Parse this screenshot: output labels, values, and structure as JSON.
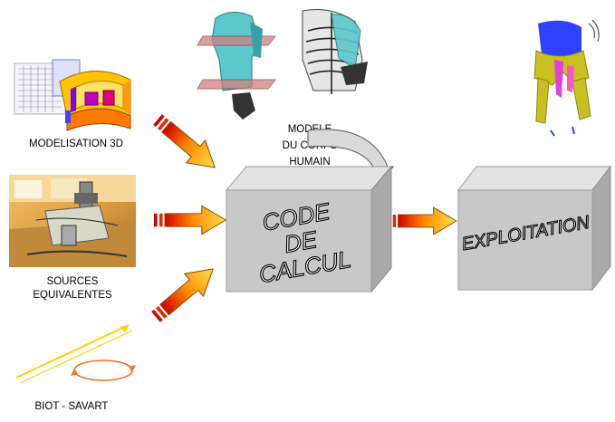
{
  "labels": {
    "modelisation": "MODELISATION 3D",
    "sources": [
      "SOURCES",
      "EQUIVALENTES"
    ],
    "biot": "BIOT - SAVART",
    "corps": [
      "MODELE",
      "DU CORPS",
      "HUMAIN"
    ]
  },
  "boxes": {
    "code": [
      "CODE",
      "DE",
      "CALCUL"
    ],
    "exploitation": "EXPLOITATION"
  },
  "colors": {
    "box_face": "#c8c8c8",
    "box_top": "#e3e3e3",
    "box_side": "#a9a9a9",
    "arrow_start": "#d10000",
    "arrow_end": "#ffe14a"
  },
  "icons": [
    "magnet-model-image",
    "lab-sources-photo",
    "biot-savart-sketch",
    "human-body-model-image",
    "body-field-map-image"
  ]
}
